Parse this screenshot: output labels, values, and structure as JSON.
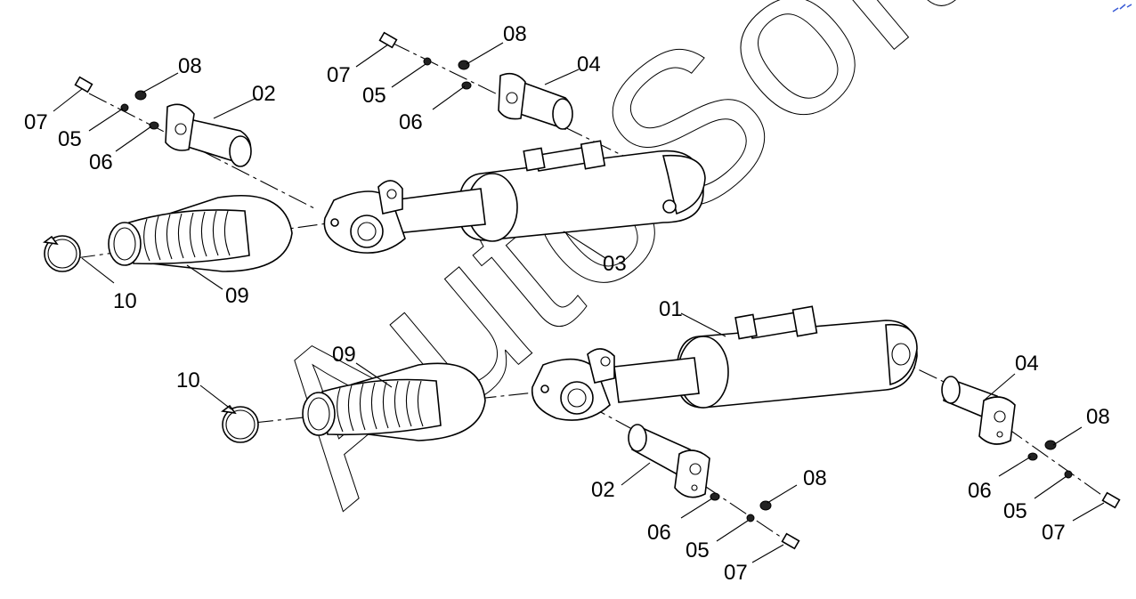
{
  "watermark": {
    "text": "AutoSoft"
  },
  "corner_mark": {
    "icon": "autosoft-corner-logo-icon",
    "color": "#3a5bd6"
  },
  "labels": {
    "upper_01_08": "08",
    "upper_01_02": "02",
    "upper_01_07": "07",
    "upper_01_05": "05",
    "upper_01_06": "06",
    "upper_02_07": "07",
    "upper_02_08": "08",
    "upper_02_04": "04",
    "upper_02_05": "05",
    "upper_02_06": "06",
    "upper_03": "03",
    "upper_09": "09",
    "upper_10": "10",
    "lower_01": "01",
    "lower_09": "09",
    "lower_10": "10",
    "lower_04": "04",
    "lower_08_right": "08",
    "lower_06_right": "06",
    "lower_05_right": "05",
    "lower_07_right": "07",
    "lower_02": "02",
    "lower_08_mid": "08",
    "lower_06_mid": "06",
    "lower_05_mid": "05",
    "lower_07_mid": "07"
  }
}
